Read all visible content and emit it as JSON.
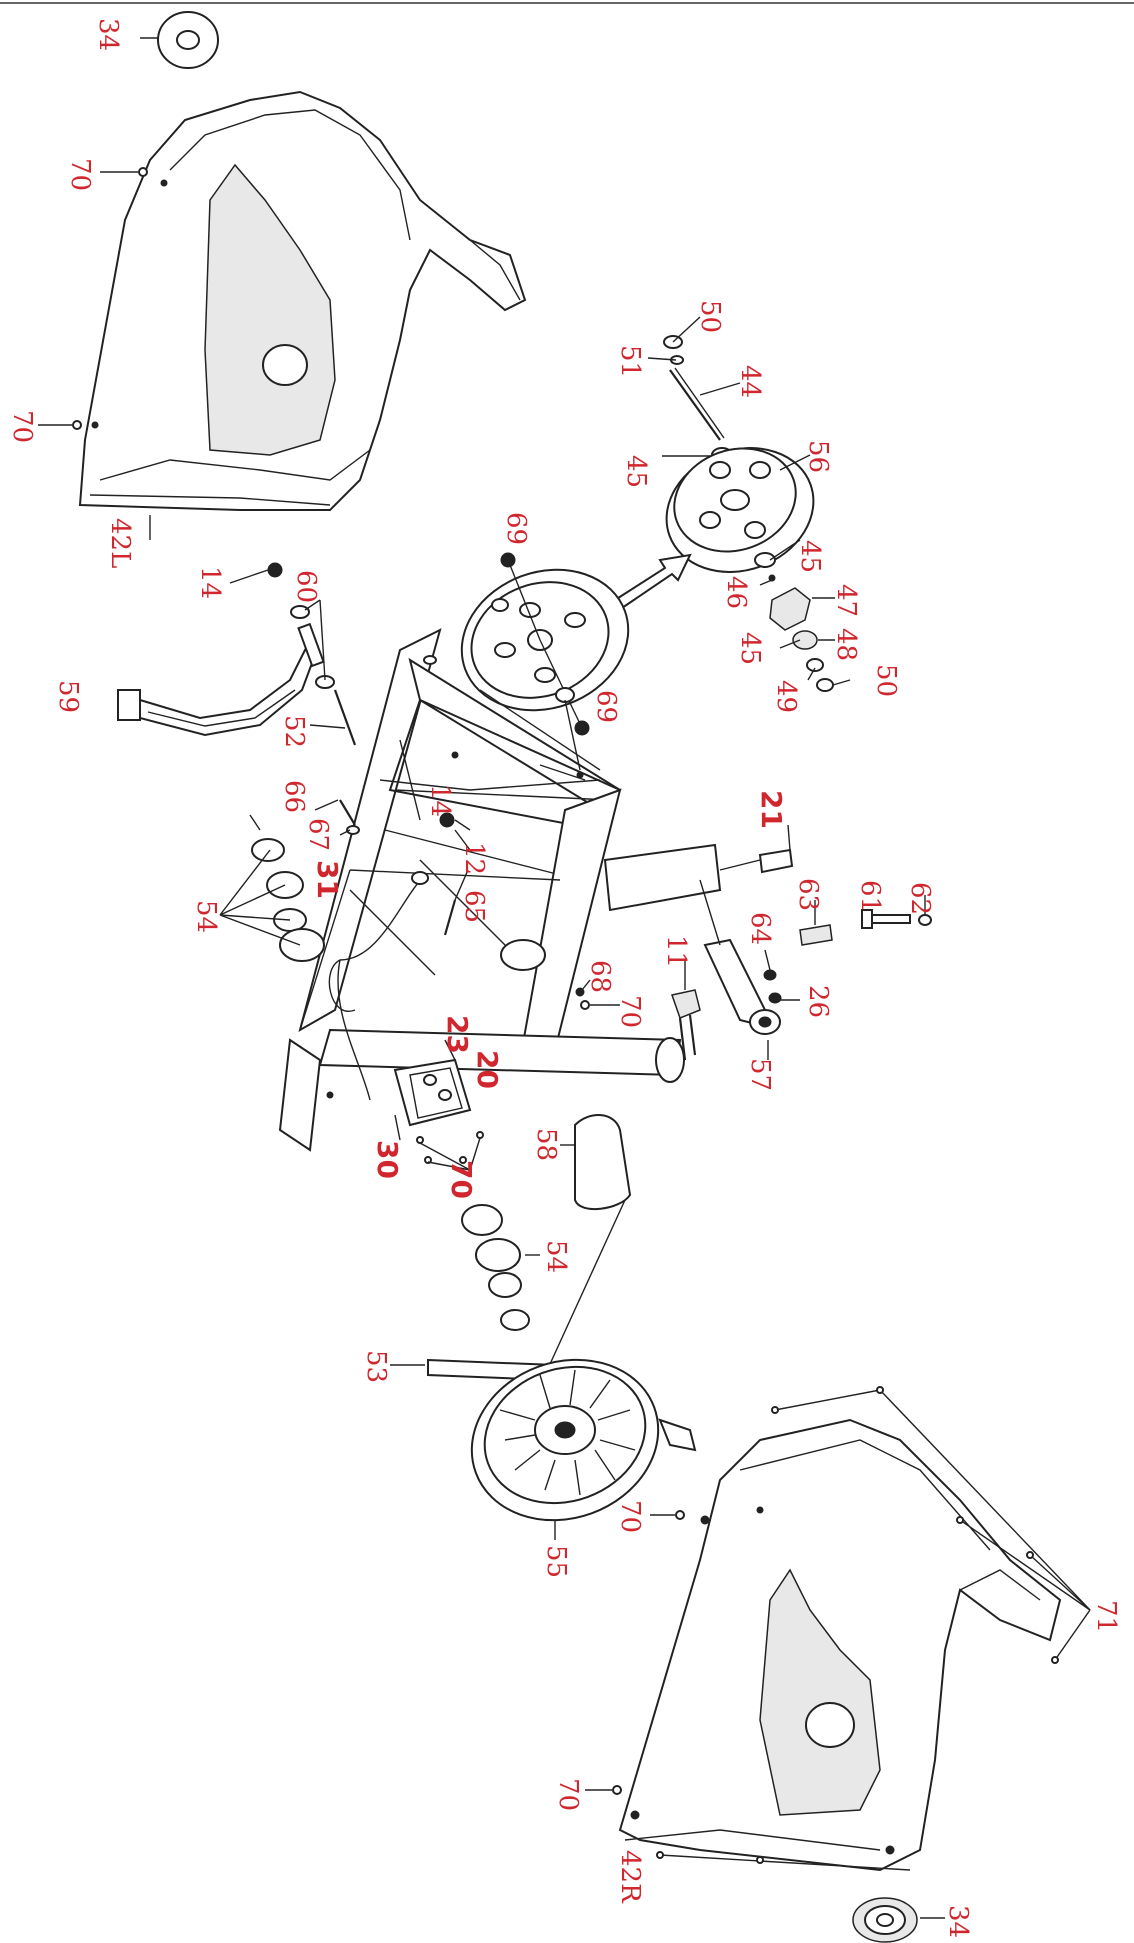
{
  "labels": [
    {
      "id": "l34a",
      "text": "34"
    },
    {
      "id": "l70a",
      "text": "70"
    },
    {
      "id": "l70b",
      "text": "70"
    },
    {
      "id": "l42L",
      "text": "42L"
    },
    {
      "id": "l50a",
      "text": "50"
    },
    {
      "id": "l51",
      "text": "51"
    },
    {
      "id": "l44",
      "text": "44"
    },
    {
      "id": "l45a",
      "text": "45"
    },
    {
      "id": "l56",
      "text": "56"
    },
    {
      "id": "l69a",
      "text": "69"
    },
    {
      "id": "l45b",
      "text": "45"
    },
    {
      "id": "l46",
      "text": "46"
    },
    {
      "id": "l47",
      "text": "47"
    },
    {
      "id": "l45c",
      "text": "45"
    },
    {
      "id": "l48",
      "text": "48"
    },
    {
      "id": "l49",
      "text": "49"
    },
    {
      "id": "l50b",
      "text": "50"
    },
    {
      "id": "l69b",
      "text": "69"
    },
    {
      "id": "l14a",
      "text": "14"
    },
    {
      "id": "l60",
      "text": "60"
    },
    {
      "id": "l59",
      "text": "59"
    },
    {
      "id": "l52",
      "text": "52"
    },
    {
      "id": "l66",
      "text": "66"
    },
    {
      "id": "l67",
      "text": "67"
    },
    {
      "id": "l14b",
      "text": "14"
    },
    {
      "id": "l12",
      "text": "12"
    },
    {
      "id": "l65",
      "text": "65"
    },
    {
      "id": "l31",
      "text": "31"
    },
    {
      "id": "l54a",
      "text": "54"
    },
    {
      "id": "l21",
      "text": "21"
    },
    {
      "id": "l63",
      "text": "63"
    },
    {
      "id": "l61",
      "text": "61"
    },
    {
      "id": "l62",
      "text": "62"
    },
    {
      "id": "l64",
      "text": "64"
    },
    {
      "id": "l26",
      "text": "26"
    },
    {
      "id": "l11",
      "text": "11"
    },
    {
      "id": "l68",
      "text": "68"
    },
    {
      "id": "l70c",
      "text": "70"
    },
    {
      "id": "l57",
      "text": "57"
    },
    {
      "id": "l23",
      "text": "23"
    },
    {
      "id": "l20",
      "text": "20"
    },
    {
      "id": "l30",
      "text": "30"
    },
    {
      "id": "l70d",
      "text": "70"
    },
    {
      "id": "l58",
      "text": "58"
    },
    {
      "id": "l54b",
      "text": "54"
    },
    {
      "id": "l53",
      "text": "53"
    },
    {
      "id": "l70e",
      "text": "70"
    },
    {
      "id": "l55",
      "text": "55"
    },
    {
      "id": "l71",
      "text": "71"
    },
    {
      "id": "l70f",
      "text": "70"
    },
    {
      "id": "l42R",
      "text": "42R"
    },
    {
      "id": "l34b",
      "text": "34"
    }
  ]
}
